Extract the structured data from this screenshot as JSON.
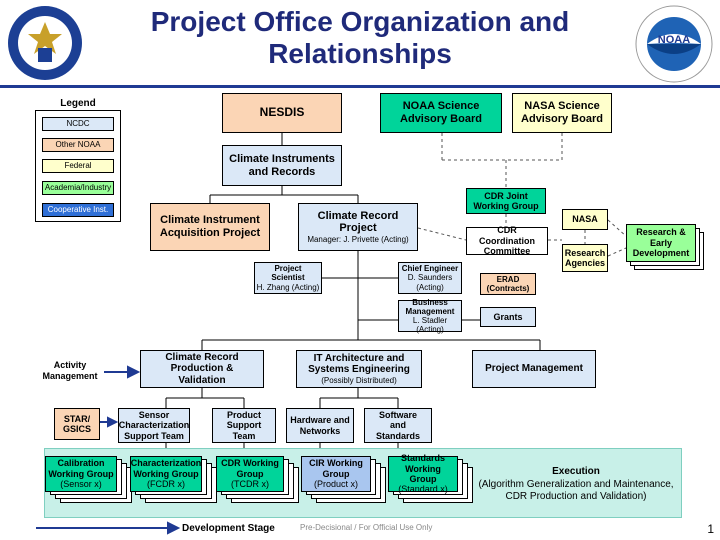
{
  "title_line1": "Project Office Organization and",
  "title_line2": "Relationships",
  "logos": {
    "left": "seal-department-of-commerce",
    "right": "noaa-logo",
    "noaa_text": "NOAA"
  },
  "legend": {
    "title": "Legend",
    "items": [
      "NCDC",
      "Other NOAA",
      "Federal",
      "Academia/Industry",
      "Cooperative Inst."
    ]
  },
  "nodes": {
    "nesdis": "NESDIS",
    "noaa_sab": "NOAA Science Advisory Board",
    "nasa_sab": "NASA Science Advisory Board",
    "climate_instruments": "Climate Instruments and Records",
    "cdr_joint": "CDR Joint Working Group",
    "climate_instrument_acq": "Climate Instrument Acquisition Project",
    "climate_record_project": "Climate Record Project",
    "climate_record_manager": "Manager: J. Privette (Acting)",
    "nasa": "NASA",
    "cdr_coordination": "CDR Coordination Committee",
    "research_early": "Research & Early Development",
    "research_agencies": "Research Agencies",
    "project_scientist": "Project Scientist",
    "project_scientist_name": "H. Zhang (Acting)",
    "chief_engineer": "Chief Engineer",
    "chief_engineer_name": "D. Saunders (Acting)",
    "erad": "ERAD (Contracts)",
    "business_mgmt": "Business Management",
    "business_mgmt_name": "L. Stadler (Acting)",
    "grants": "Grants",
    "activity_mgmt": "Activity Management",
    "crpv": "Climate Record Production & Validation",
    "it_arch": "IT Architecture and Systems Engineering",
    "it_arch_sub": "(Possibly Distributed)",
    "project_mgmt": "Project Management",
    "star_gsics": "STAR/ GSICS",
    "sensor_char": "Sensor Characterization Support Team",
    "product_support": "Product Support Team",
    "hardware": "Hardware and Networks",
    "software": "Software and Standards",
    "calibration": "Calibration Working Group",
    "calibration_sub": "(Sensor x)",
    "characterization": "Characterization Working Group",
    "characterization_sub": "(FCDR x)",
    "cdr_wg": "CDR Working Group",
    "cdr_wg_sub": "(TCDR x)",
    "cir_wg": "CIR Working Group",
    "cir_wg_sub": "(Product x)",
    "standards_wg": "Standards Working Group",
    "standards_wg_sub": "(Standard x)",
    "execution": "Execution",
    "execution_sub": "(Algorithm Generalization and Maintenance, CDR Production and Validation)"
  },
  "footer": {
    "dev_stage": "Development Stage",
    "predecisional": "Pre-Decisional / For Official Use Only",
    "page": "1"
  },
  "colors": {
    "title": "#1f2a7a",
    "header_rule": "#1f3a93",
    "ncdc": "#dbe8f7",
    "other_noaa": "#fbd5b5",
    "federal": "#ffffcc",
    "academia": "#99ff99",
    "cooperative": "#2f6fd6",
    "execution_band": "#c8f0e8"
  }
}
